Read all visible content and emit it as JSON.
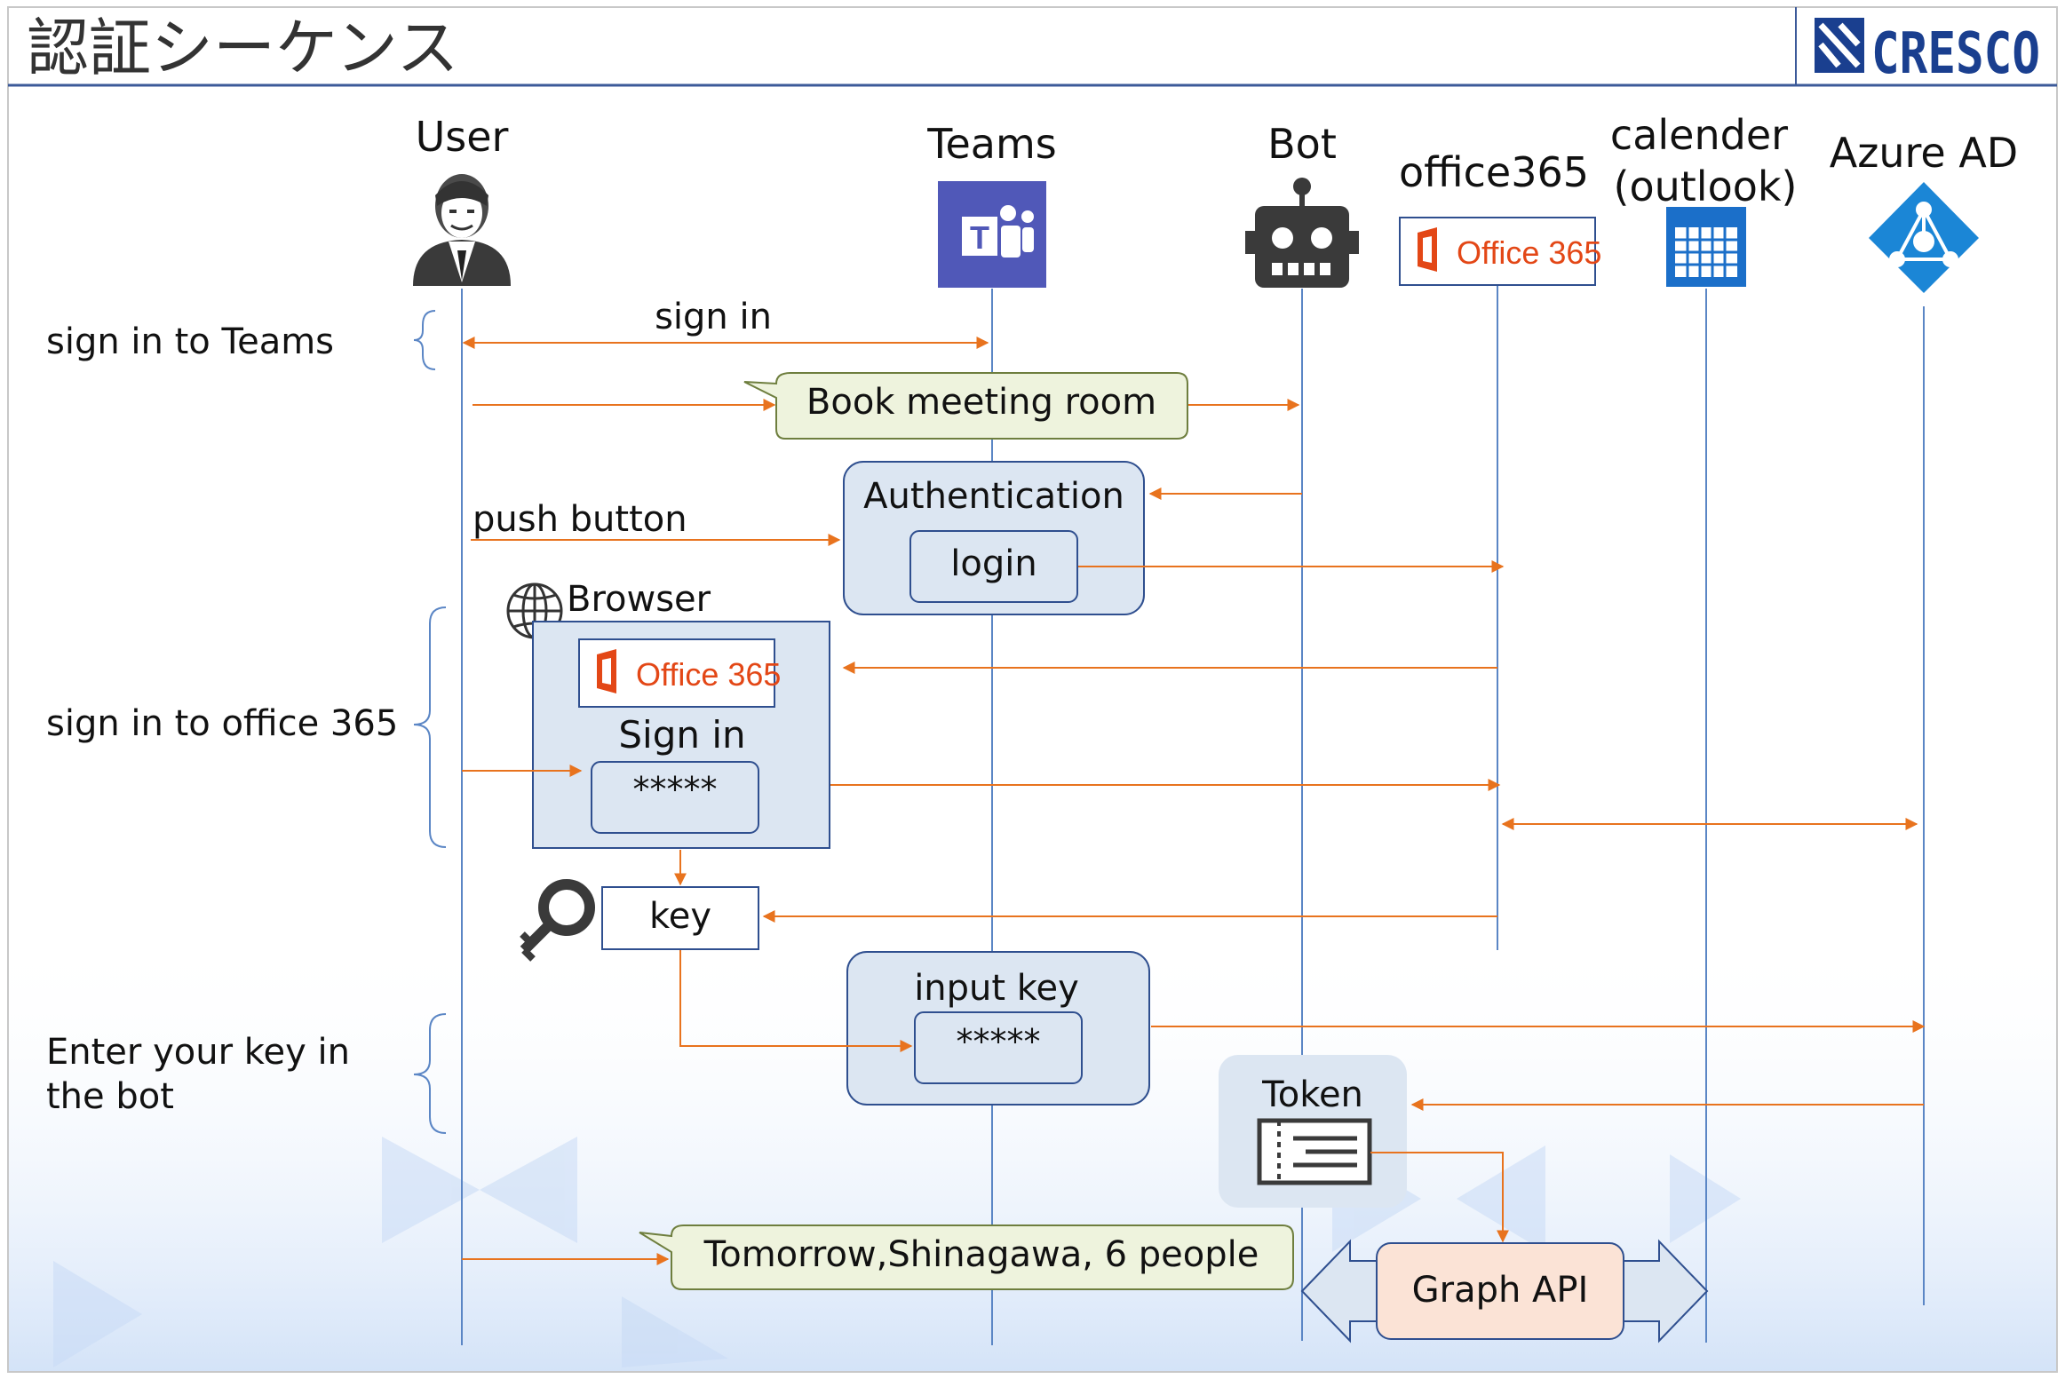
{
  "title": "認証シーケンス",
  "logo": {
    "text": "CRESCO"
  },
  "participants": {
    "user": "User",
    "teams": "Teams",
    "bot": "Bot",
    "office365": "office365",
    "calender_line1": "calender",
    "calender_line2": "(outlook)",
    "azure": "Azure AD"
  },
  "icons": {
    "teams_letter": "T",
    "office365_label": "Office 365"
  },
  "phases": {
    "teams": "sign in to Teams",
    "office": "sign in to office 365",
    "key_line1": "Enter your key in",
    "key_line2": "the bot"
  },
  "messages": {
    "sign_in": "sign in",
    "book": "Book meeting room",
    "authentication": "Authentication",
    "login": "login",
    "push_button": "push button",
    "browser": "Browser",
    "browser_office_label": "Office 365",
    "browser_sign_in": "Sign in",
    "password_mask": "*****",
    "key": "key",
    "input_key": "input key",
    "input_mask": "*****",
    "token": "Token",
    "request": "Tomorrow,Shinagawa, 6 people",
    "graph_api": "Graph API"
  },
  "colors": {
    "lifeline": "#5b86c5",
    "arrow": "#e8731e",
    "callout_fill": "#eef3dd",
    "callout_stroke": "#6e7e3e",
    "box_fill": "#dce6f2",
    "box_stroke": "#2f4f8f",
    "teams_purple": "#5058b8",
    "office_red": "#e34716",
    "azure_blue": "#1b86d6",
    "cresco_navy": "#1a3f8f",
    "graph_fill": "#fbe3d6"
  }
}
